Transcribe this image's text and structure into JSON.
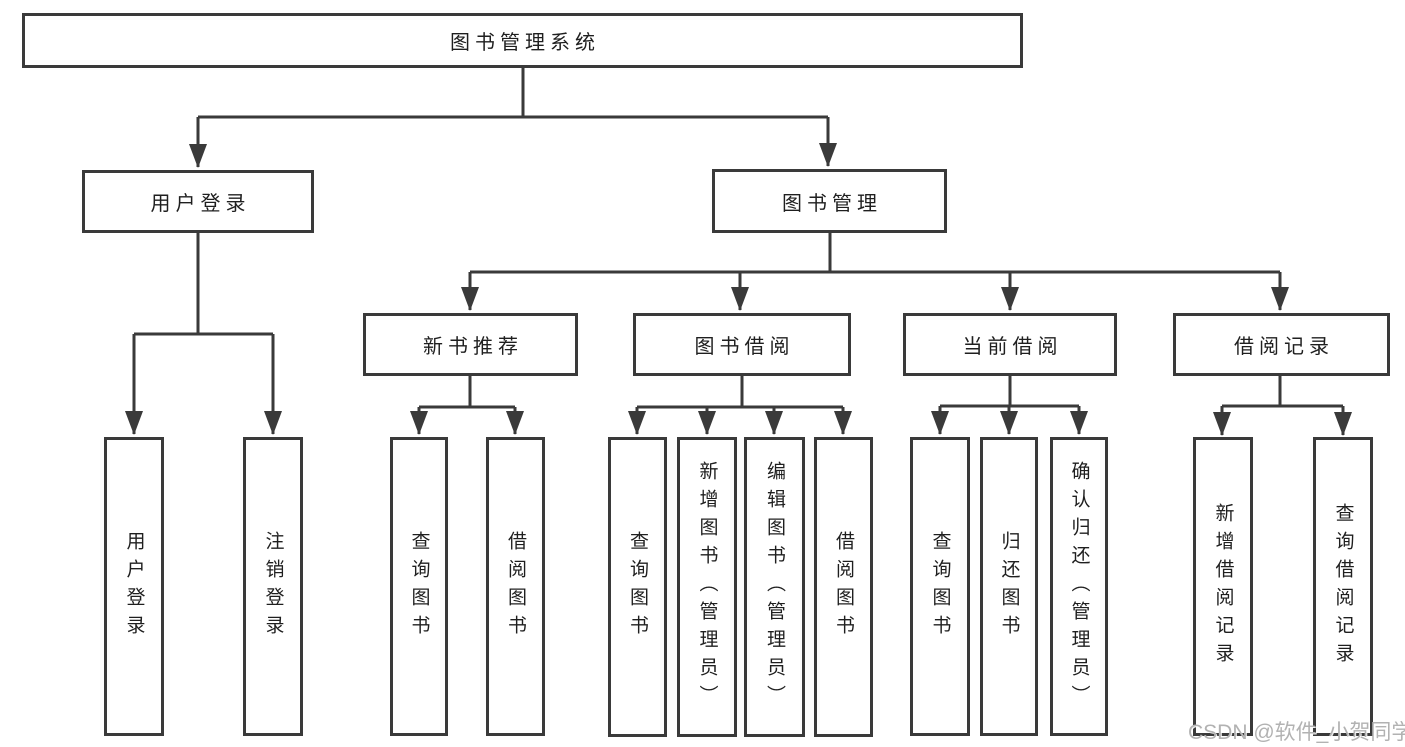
{
  "nodes": {
    "root": "图书管理系统",
    "user_login": "用户登录",
    "book_mgmt": "图书管理",
    "new_book_rec": "新书推荐",
    "book_borrow": "图书借阅",
    "current_borrow": "当前借阅",
    "borrow_records": "借阅记录",
    "leaf_user_login": "用户登录",
    "leaf_logout": "注销登录",
    "leaf_query_book_rec": "查询图书",
    "leaf_borrow_book_rec": "借阅图书",
    "leaf_query_book_borrow": "查询图书",
    "leaf_add_book_admin": "新增图书（管理员）",
    "leaf_edit_book_admin": "编辑图书（管理员）",
    "leaf_borrow_book_borrow": "借阅图书",
    "leaf_query_book_current": "查询图书",
    "leaf_return_book": "归还图书",
    "leaf_confirm_return_admin": "确认归还（管理员）",
    "leaf_add_borrow_record": "新增借阅记录",
    "leaf_query_borrow_record": "查询借阅记录"
  },
  "watermark": "CSDN @软件_小贺同学",
  "colors": {
    "line": "#3a3a3a",
    "text": "#1f1f1f",
    "boxbg": "#ffffff",
    "wm": "#b2b2b2",
    "bg": "#ffffff"
  }
}
